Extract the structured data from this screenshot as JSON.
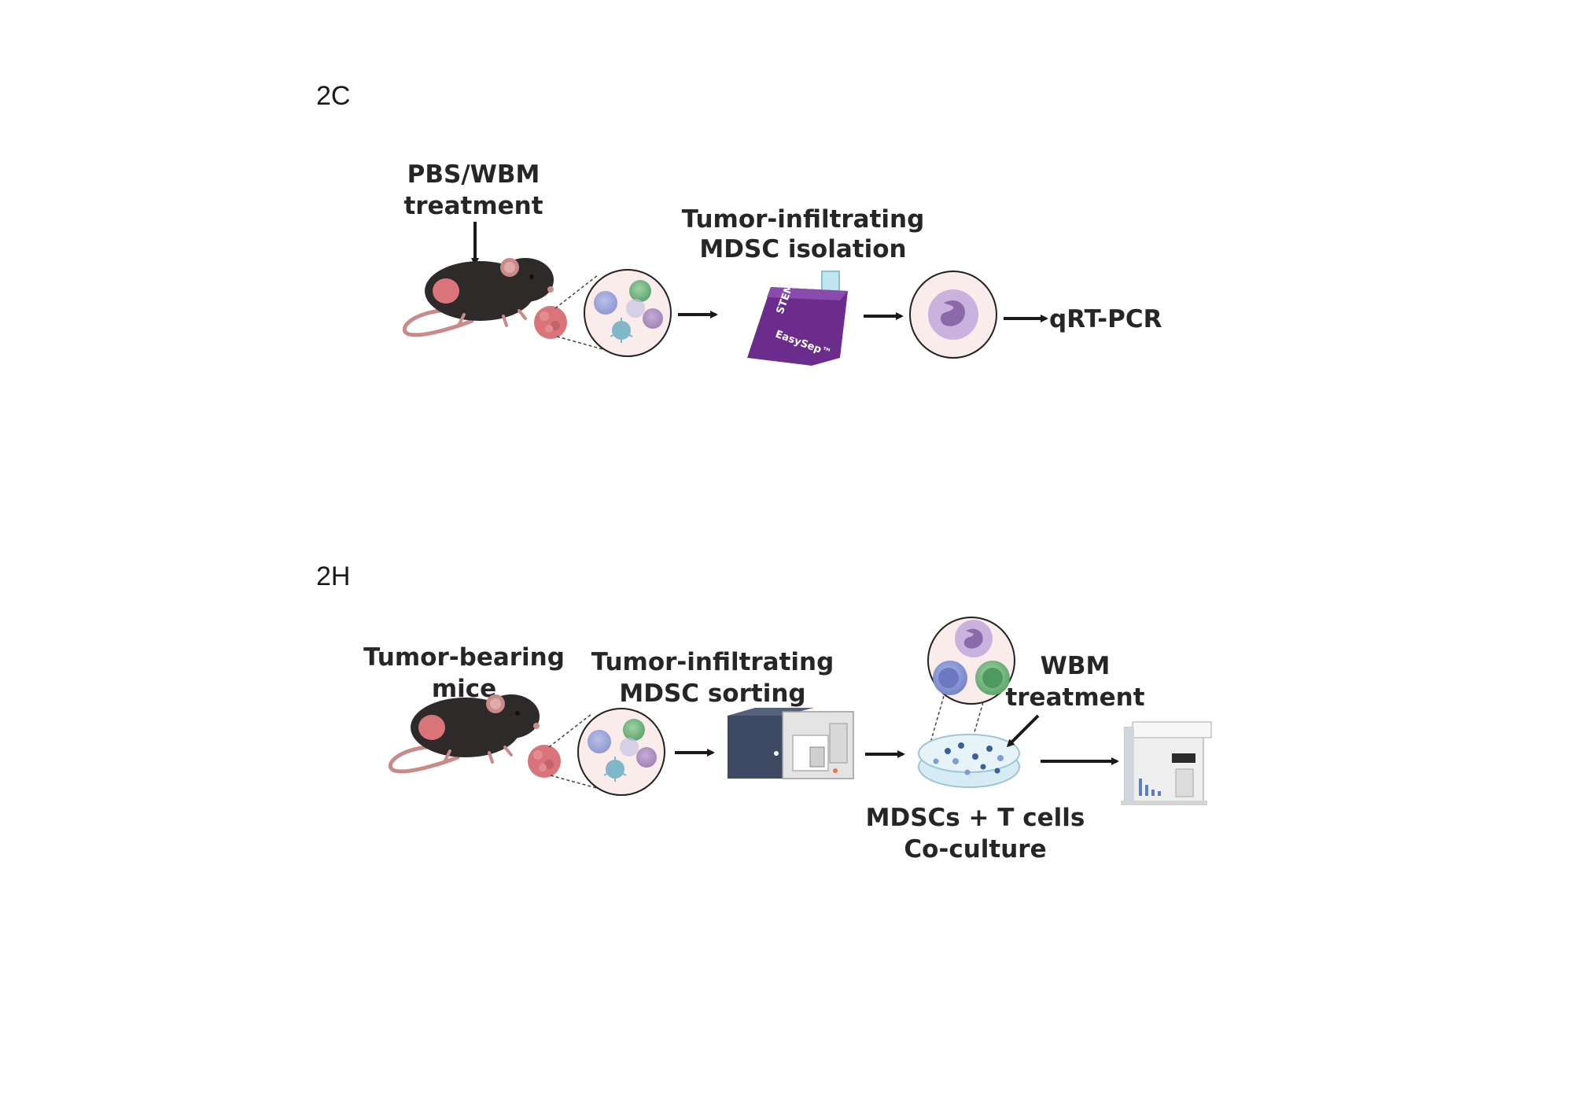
{
  "panel_2c": {
    "label": "2C",
    "treatment_line1": "PBS/WBM",
    "treatment_line2": "treatment",
    "isolation_line1": "Tumor-infiltrating",
    "isolation_line2": "MDSC isolation",
    "kit_brand": "STEMCELL",
    "kit_name": "EasySep™",
    "readout": "qRT-PCR"
  },
  "panel_2h": {
    "label": "2H",
    "mice_line1": "Tumor-bearing",
    "mice_line2": "mice",
    "sorting_line1": "Tumor-infiltrating",
    "sorting_line2": "MDSC sorting",
    "wbm_line1": "WBM",
    "wbm_line2": "treatment",
    "coculture_line1": "MDSCs + T cells",
    "coculture_line2": "Co-culture"
  },
  "colors": {
    "mouse_body": "#2f2a2a",
    "mouse_pink": "#c98a8a",
    "tumor": "#d9747a",
    "circle_fill": "#fbecec",
    "kit_purple": "#6b2c8c",
    "sorter_blue": "#3e4a63",
    "arrow": "#1a1a1a"
  }
}
